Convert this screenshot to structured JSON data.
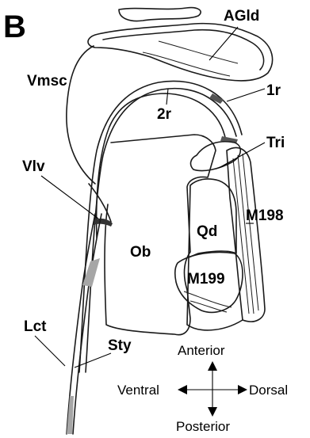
{
  "panel_letter": "B",
  "labels": {
    "agld": "AGld",
    "vmsc": "Vmsc",
    "r1": "1r",
    "r2": "2r",
    "tri": "Tri",
    "vlv": "Vlv",
    "m198": "M198",
    "qd": "Qd",
    "ob": "Ob",
    "m199": "M199",
    "lct": "Lct",
    "sty": "Sty"
  },
  "orientation": {
    "anterior": "Anterior",
    "posterior": "Posterior",
    "ventral": "Ventral",
    "dorsal": "Dorsal"
  },
  "colors": {
    "line": "#1a1a1a",
    "shade": "#a6a6a6",
    "dark_mark": "#555555"
  }
}
